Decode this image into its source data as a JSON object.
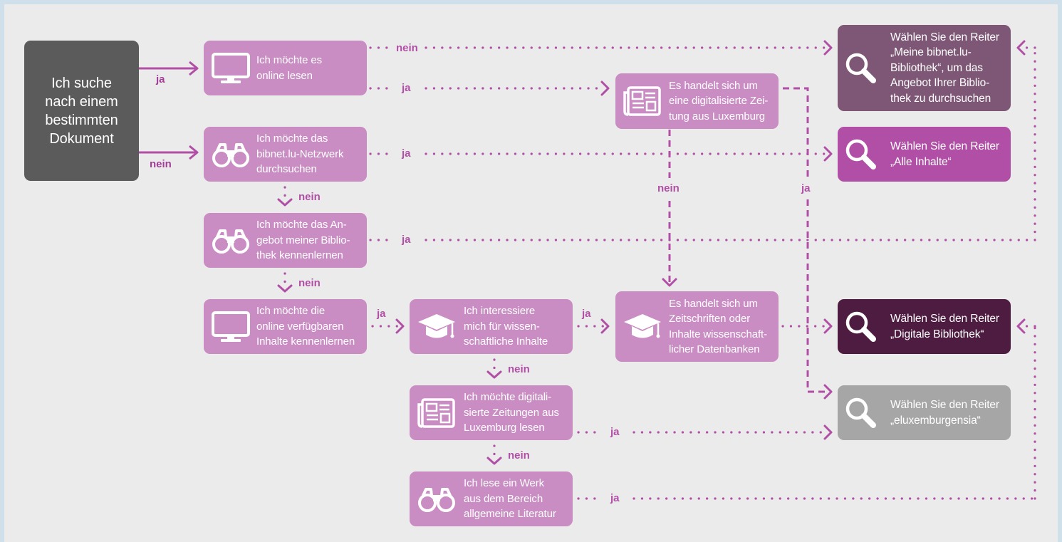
{
  "start": {
    "text": "Ich suche\nnach einem\nbestimmten\nDokument"
  },
  "questions": {
    "online_lesen": "Ich möchte es\nonline lesen",
    "netzwerk": "Ich möchte das\nbibnet.lu-Netzwerk\ndurchsuchen",
    "angebot": "Ich möchte das An-\ngebot meiner Biblio-\nthek kennenlernen",
    "online_inhalte": "Ich möchte die\nonline verfügbaren\nInhalte kennenlernen",
    "wissenschaft": "Ich interessiere\nmich für wissen-\nschaftliche Inhalte",
    "zeitungen": "Ich möchte digitali-\nsierte Zeitungen aus\nLuxemburg lesen",
    "literatur": "Ich lese ein Werk\naus dem Bereich\nallgemeine Literatur",
    "digit_zeitung": "Es handelt sich um\neine digitalisierte Zei-\ntung aus Luxemburg",
    "zeitschriften": "Es handelt sich um\nZeitschriften oder\nInhalte wissenschaft-\nlicher Datenbanken"
  },
  "results": {
    "meine": "Wählen Sie den Reiter\n„Meine bibnet.lu-\nBibliothek“, um das\nAngebot Ihrer Biblio-\nthek zu durchsuchen",
    "alle": "Wählen Sie den Reiter\n„Alle Inhalte“",
    "digitale": "Wählen Sie den Reiter\n„Digitale Bibliothek“",
    "eluxemburgensia": "Wählen Sie den Reiter\n„eluxemburgensia“"
  },
  "labels": {
    "yes": "ja",
    "no": "nein"
  },
  "icons": {
    "online_lesen": "monitor-icon",
    "netzwerk": "binoculars-icon",
    "angebot": "binoculars-icon",
    "online_inhalte": "monitor-icon",
    "wissenschaft": "graduation-cap-icon",
    "zeitungen": "newspaper-icon",
    "literatur": "binoculars-icon",
    "digit_zeitung": "newspaper-icon",
    "zeitschriften": "graduation-cap-icon",
    "results": "magnifier-icon"
  },
  "colors": {
    "start": "#5b5b5b",
    "question": "#c98cc3",
    "arrow": "#b14fa6",
    "result_meine": "#7d5775",
    "result_alle": "#b14fa6",
    "result_digitale": "#4e1c40",
    "result_eluxemburgensia": "#a6a6a6",
    "background": "#ebebeb"
  }
}
